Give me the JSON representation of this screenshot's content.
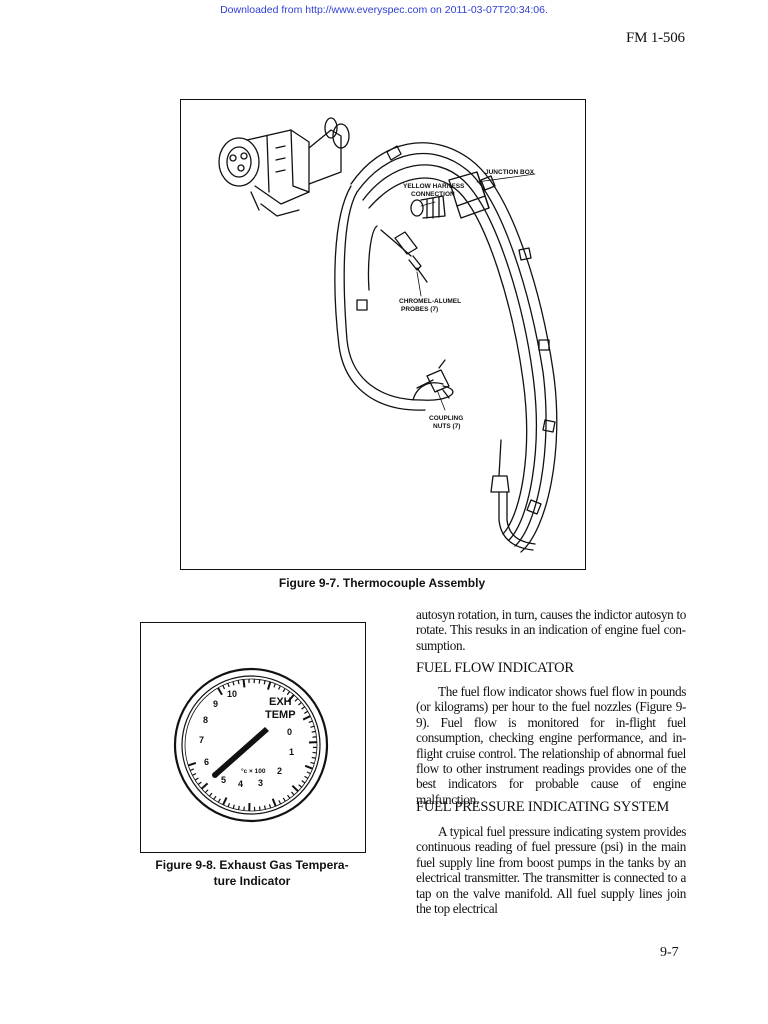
{
  "download_notice": "Downloaded from http://www.everyspec.com on 2011-03-07T20:34:06.",
  "header": {
    "doc_id": "FM 1-506"
  },
  "figure_7": {
    "caption": "Figure 9-7. Thermocouple Assembly",
    "labels": {
      "junction_box": "JUNCTION BOX",
      "yellow_harness_line1": "YELLOW HARNESS",
      "yellow_harness_line2": "CONNECTION",
      "chromel_line1": "CHROMEL-ALUMEL",
      "chromel_line2": "PROBES (7)",
      "coupling_line1": "COUPLING",
      "coupling_line2": "NUTS (7)"
    }
  },
  "figure_8": {
    "caption_line1": "Figure 9-8. Exhaust Gas Tempera-",
    "caption_line2": "ture Indicator",
    "gauge": {
      "label_line1": "EXH",
      "label_line2": "TEMP",
      "unit": "°c × 100",
      "scale": [
        "0",
        "1",
        "2",
        "3",
        "4",
        "5",
        "6",
        "7",
        "8",
        "9",
        "10"
      ]
    }
  },
  "body": {
    "para_continued": "autosyn rotation, in turn, causes the indictor autosyn to rotate. This resuks in an indication of engine fuel con­sumption.",
    "heading_1": "FUEL FLOW INDICATOR",
    "para_1": "The fuel flow indicator shows fuel flow in pounds (or kilograms) per hour to the fuel nozzles (Figure 9-9). Fuel flow is monitored for in-flight fuel consumption, checking engine performance, and in-flight cruise control. The relationship of abnormal fuel flow to other instrument readings provides one of the best indicators for probable cause of engine malfunction.",
    "heading_2": "FUEL PRESSURE INDICATING SYSTEM",
    "para_2": "A typical fuel pressure indicating system provides continuous reading of fuel pressure (psi) in the main fuel supply line from boost pumps in the tanks by an electrical transmitter. The transmitter is connected to a tap on the valve manifold. All fuel supply lines join the top electrical"
  },
  "page_number": "9-7"
}
